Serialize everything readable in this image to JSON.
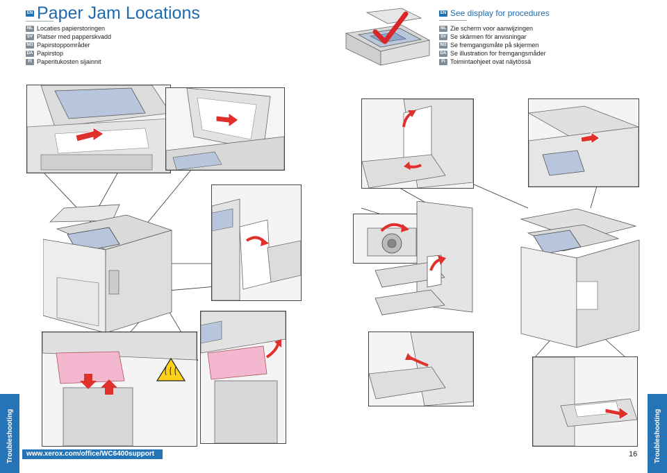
{
  "header": {
    "title": "Paper Jam Locations",
    "title_badge": "EN",
    "left_langs": [
      {
        "code": "NL",
        "text": "Locaties papierstoringen"
      },
      {
        "code": "SV",
        "text": "Platser med papperskvadd"
      },
      {
        "code": "NO",
        "text": "Papirstoppområder"
      },
      {
        "code": "DA",
        "text": "Papirstop"
      },
      {
        "code": "FI",
        "text": "Paperitukosten sijainnit"
      }
    ],
    "display_title": "See display for procedures",
    "display_badge": "EN",
    "right_langs": [
      {
        "code": "NL",
        "text": "Zie scherm voor aanwijzingen"
      },
      {
        "code": "SV",
        "text": "Se skärmen för anvisningar"
      },
      {
        "code": "NO",
        "text": "Se fremgangsmåte på skjermen"
      },
      {
        "code": "DA",
        "text": "Se illustration for fremgangsmåder"
      },
      {
        "code": "FI",
        "text": "Toimintaohjeet ovat näytössä"
      }
    ]
  },
  "side_tab": {
    "left": "Troubleshooting",
    "right": "Troubleshooting"
  },
  "footer": {
    "url": "www.xerox.com/office/WC6400support",
    "page": "16"
  },
  "colors": {
    "brand_blue": "#2574b8",
    "arrow_red": "#e0302c",
    "check_red": "#d9262a",
    "fuser_pink": "#f3b8cf"
  }
}
